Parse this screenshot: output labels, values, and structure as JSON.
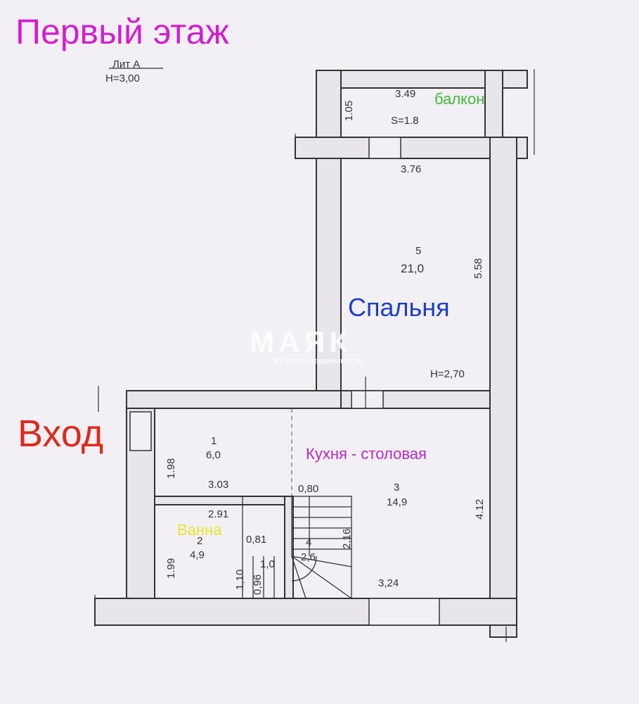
{
  "title": "Первый этаж",
  "lit": "Лит А",
  "height_total": "H=3,00",
  "height_bedroom": "H=2,70",
  "colors": {
    "title": "#d21fd0",
    "entry": "#dd2a1c",
    "bedroom": "#1f3fc7",
    "kitchen": "#b52bc8",
    "balcony": "#3fb93a",
    "bath": "#e3e62e"
  },
  "labels": {
    "balcony": "балкон",
    "bedroom": "Спальня",
    "entry": "Вход",
    "kitchen": "Кухня - столовая",
    "bath": "Ванна"
  },
  "rooms": [
    {
      "num": "1",
      "area": "6,0"
    },
    {
      "num": "2",
      "area": "4,9"
    },
    {
      "num": "3",
      "area": "14,9"
    },
    {
      "num": "5",
      "area": "21,0"
    }
  ],
  "balcony_area": "S=1.8",
  "stairs": {
    "a": "4",
    "b": "2,6",
    "c": "1,0"
  },
  "dims": {
    "balc_w": "3.49",
    "balc_h": "1.05",
    "bed_w": "3.76",
    "bed_h": "5.58",
    "r1_h": "1.98",
    "r1_w": "3.03",
    "stair_w": "0,80",
    "bath_w": "2.91",
    "bath_n": "0,81",
    "bath_h": "1.99",
    "bath_s": "1,10",
    "stair_s": "0,96",
    "stair_h": "2,16",
    "kit_h": "4.12",
    "kit_w": "3,24"
  },
  "watermark": {
    "brand": "МАЯК",
    "sub": "агентство недвижимости"
  }
}
